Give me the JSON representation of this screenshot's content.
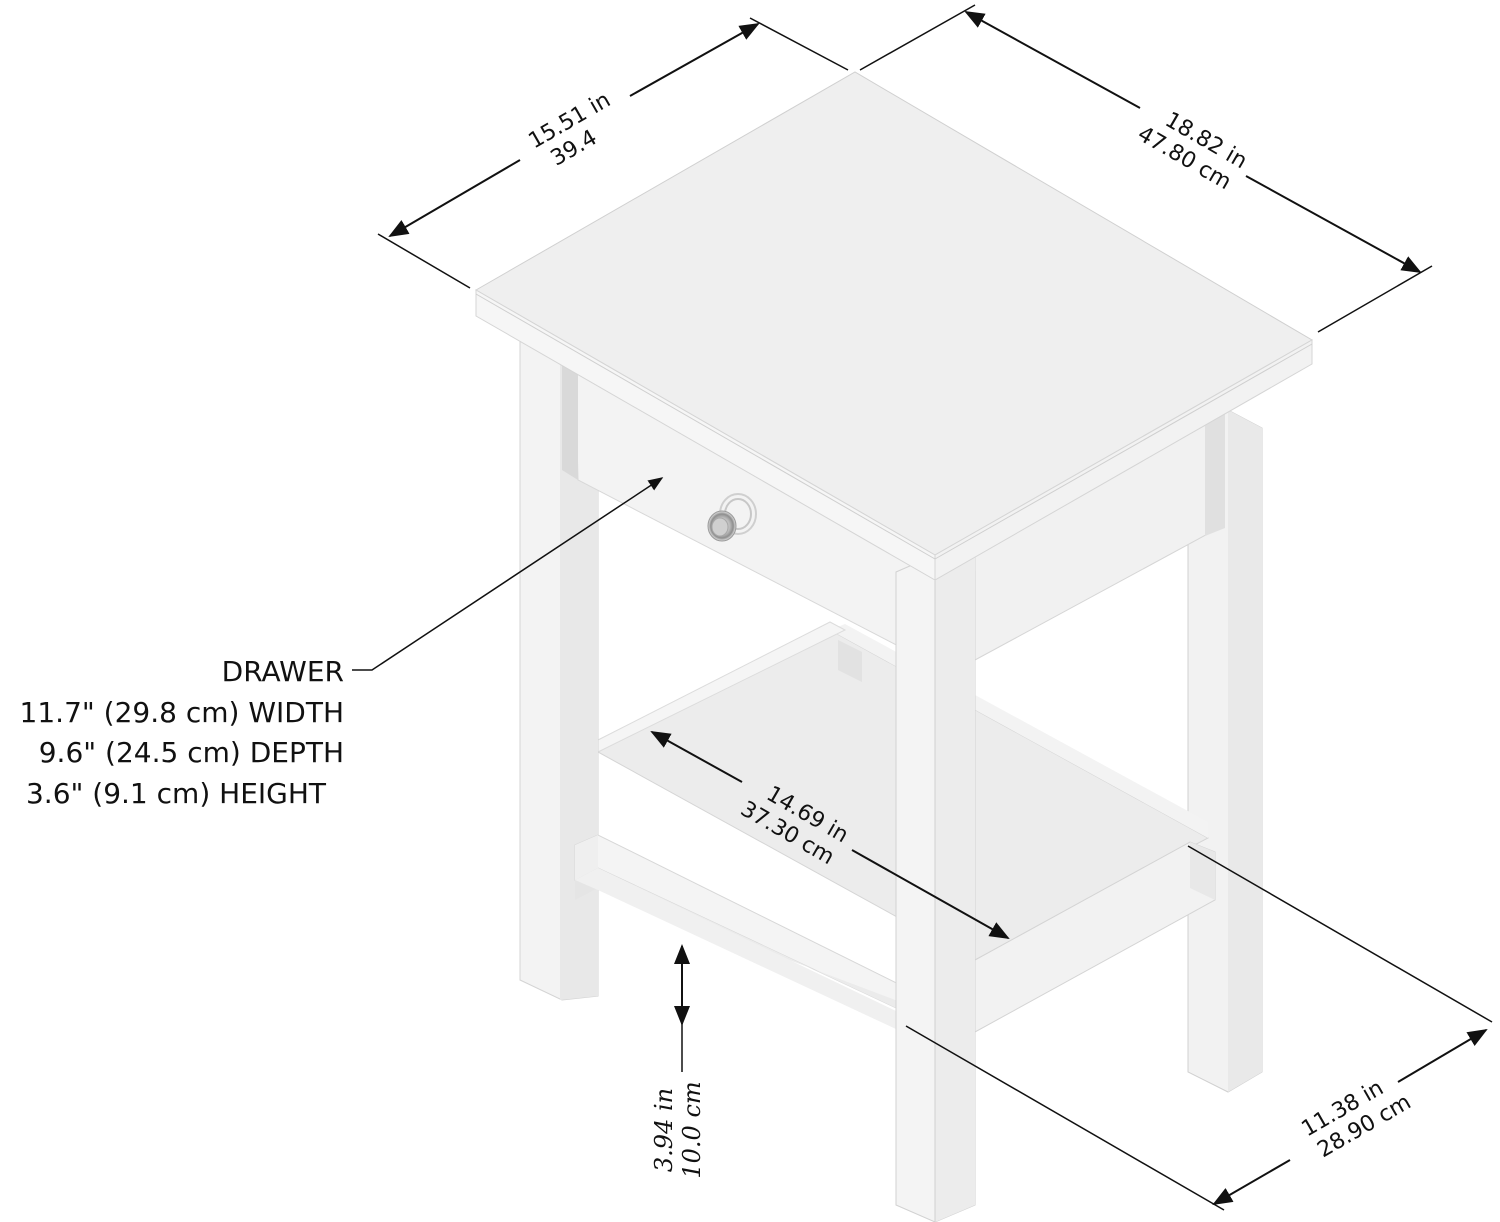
{
  "diagram": {
    "subject": "Nightstand with one drawer and bottom shelf",
    "colors": {
      "background": "#ffffff",
      "furniture": "#f0f0f0",
      "line": "#111111"
    },
    "dimensions": {
      "depth": {
        "imperial": "15.51 in",
        "metric": "39.4"
      },
      "width": {
        "imperial": "18.82 in",
        "metric": "47.80 cm"
      },
      "shelf_width": {
        "imperial": "14.69 in",
        "metric": "37.30 cm"
      },
      "shelf_clearance": {
        "imperial": "3.94 in",
        "metric": "10.0 cm"
      },
      "shelf_depth": {
        "imperial": "11.38 in",
        "metric": "28.90 cm"
      }
    },
    "drawer": {
      "title": "DRAWER",
      "width": "11.7\" (29.8 cm) WIDTH",
      "depth": "9.6\" (24.5 cm) DEPTH",
      "height": "3.6\" (9.1 cm) HEIGHT"
    }
  }
}
